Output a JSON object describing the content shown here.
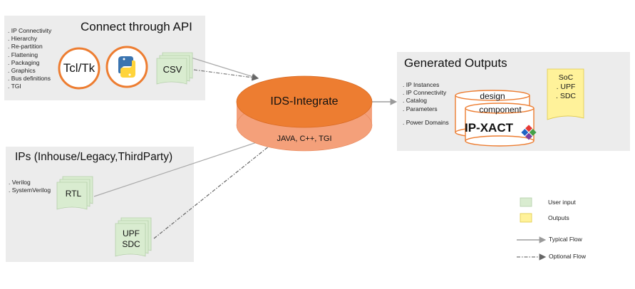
{
  "api_panel": {
    "title": "Connect through API",
    "bullets": [
      "IP Connectivity",
      "Hierarchy",
      "Re-partition",
      "Flattening",
      "Packaging",
      "Graphics",
      "Bus definitions",
      "TGI"
    ],
    "tcl_label": "Tcl/Tk",
    "csv_label": "CSV"
  },
  "ips_panel": {
    "title": "IPs (Inhouse/Legacy,ThirdParty)",
    "bullets": [
      "Verilog",
      "SystemVerilog"
    ],
    "rtl_label": "RTL",
    "upf_label": "UPF",
    "sdc_label": "SDC"
  },
  "core": {
    "name": "IDS-Integrate",
    "languages": "JAVA, C++, TGI"
  },
  "outputs_panel": {
    "title": "Generated Outputs",
    "bullets": [
      "IP Instances",
      "IP Connectivity",
      "Catalog",
      "Parameters"
    ],
    "power_domains": "Power Domains",
    "design_label": "design",
    "component_label": "component",
    "ipxact_label": "IP-XACT",
    "output_files": [
      "SoC",
      ". UPF",
      ". SDC"
    ]
  },
  "legend": {
    "user_input": "User input",
    "outputs": "Outputs",
    "typical_flow": "Typical Flow",
    "optional_flow": "Optional Flow"
  },
  "colors": {
    "panel_bg": "#ececec",
    "orange": "#ed7d31",
    "orange_light": "#f4a07a",
    "user_input_green": "#d9ecd0",
    "output_yellow": "#fff29a",
    "arrow": "#9a9a9a"
  }
}
